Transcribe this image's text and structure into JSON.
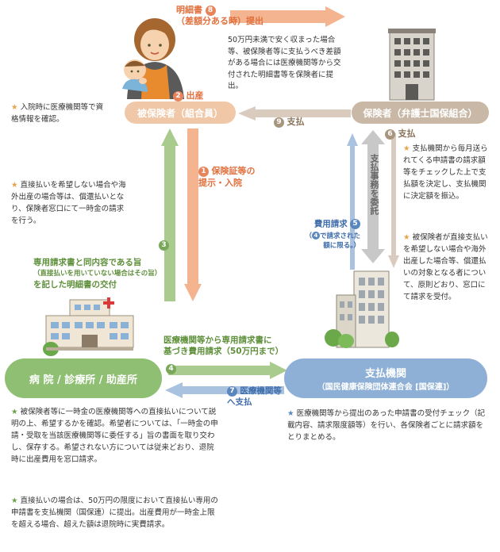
{
  "nodes": {
    "insured": "被保険者（組合員）",
    "insurer": "保険者（弁護士国保組合）",
    "hospital": "病 院 / 診療所 / 助産所",
    "payer_title": "支払機関",
    "payer_sub": "（国民健康保険団体連合会 [国保連]）"
  },
  "steps": {
    "s1_num": "1",
    "s1_text": "保険証等の\n提示・入院",
    "s2_num": "2",
    "s2_text": "出産",
    "s3_num": "3",
    "s3_line1": "専用請求書と同内容である旨",
    "s3_line2": "（直接払いを用いていない場合はその旨）",
    "s3_line3": "を記した明細書の交付",
    "s4_num": "4",
    "s4_text": "医療機関等から専用請求書に\n基づき費用請求（50万円まで）",
    "s5_num": "5",
    "s5_text": "費用請求",
    "s5_note_num": "4",
    "s5_note": "で請求された\n額に限る。）",
    "s5_note_prefix": "（",
    "s6_num": "6",
    "s6_text": "支払",
    "s7_num": "7",
    "s7_text": "医療機関等\nへ支払",
    "s8_num": "8",
    "s8_line1": "明細書",
    "s8_line2": "（差額分ある時）提出",
    "s9_num": "9",
    "s9_text": "支払",
    "vertical": "支払事務を委託"
  },
  "notes": {
    "top_right": "50万円未満で安く収まった場合等、被保険者等に支払うべき差額がある場合には医療機関等から交付された明細書等を保険者に提出。",
    "left1": "入院時に医療機関等で資格情報を確認。",
    "left2": "直接払いを希望しない場合や海外出産の場合等は、償還払いとなり、保険者窓口にて一時金の請求を行う。",
    "right1": "支払機関から毎月送られてくる申請書の請求額等をチェックした上で支払額を決定し、支払機関に決定額を振込。",
    "right2": "被保険者が直接支払いを希望しない場合や海外出産した場合等、償還払いの対象となる者について、原則どおり、窓口にて請求を受付。",
    "bottom_left1": "被保険者等に一時金の医療機関等への直接払いについて説明の上、希望するかを確認。希望者については、「一時金の申請・受取を当該医療機関等に委任する」旨の書面を取り交わし、保存する。希望されない方については従来どおり、退院時に出産費用を窓口請求。",
    "bottom_left2": "直接払いの場合は、50万円の限度において直接払い専用の申請書を支払機関（国保連）に提出。出産費用が一時金上限を超える場合、超えた額は退院時に実費請求。",
    "bottom_right": "医療機関等から提出のあった申請書の受付チェック（記載内容、請求限度額等）を行い、各保険者ごとに請求額をとりまとめる。"
  },
  "colors": {
    "orange": "#e8845a",
    "green": "#7aa85a",
    "blue": "#5b87bf",
    "pill_insured": "#f0c8a8",
    "pill_insurer": "#c9b8a6",
    "pill_hospital": "#8fbf72",
    "pill_payer": "#8fb0d6"
  },
  "icons": [
    "mother-baby-illustration",
    "office-building-icon",
    "hospital-building-icon",
    "payer-building-icon",
    "star-icon"
  ]
}
